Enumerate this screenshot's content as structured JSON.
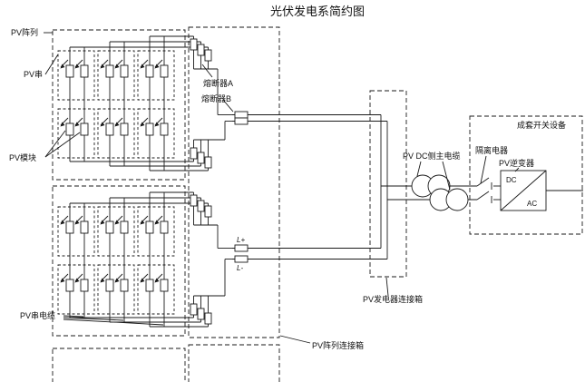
{
  "title": "光伏发电系简约图",
  "labels": {
    "pv_array": "PV阵列",
    "pv_string": "PV串",
    "pv_module": "PV模块",
    "pv_string_cable": "PV串电缆",
    "fuse_a": "熔断器A",
    "fuse_b": "熔断器B",
    "l_plus": "L+",
    "l_minus": "L-",
    "pv_array_junction_box": "PV阵列连接箱",
    "pv_generator_junction_box": "PV发电器连接箱",
    "pv_dc_main_cable": "PV DC侧主电缆",
    "isolation_device": "隔离电器",
    "pv_inverter": "PV逆变器",
    "switchgear": "成套开关设备",
    "inverter_dc": "DC",
    "inverter_ac": "AC"
  },
  "colors": {
    "line": "#1a1a1a",
    "background": "#ffffff"
  }
}
